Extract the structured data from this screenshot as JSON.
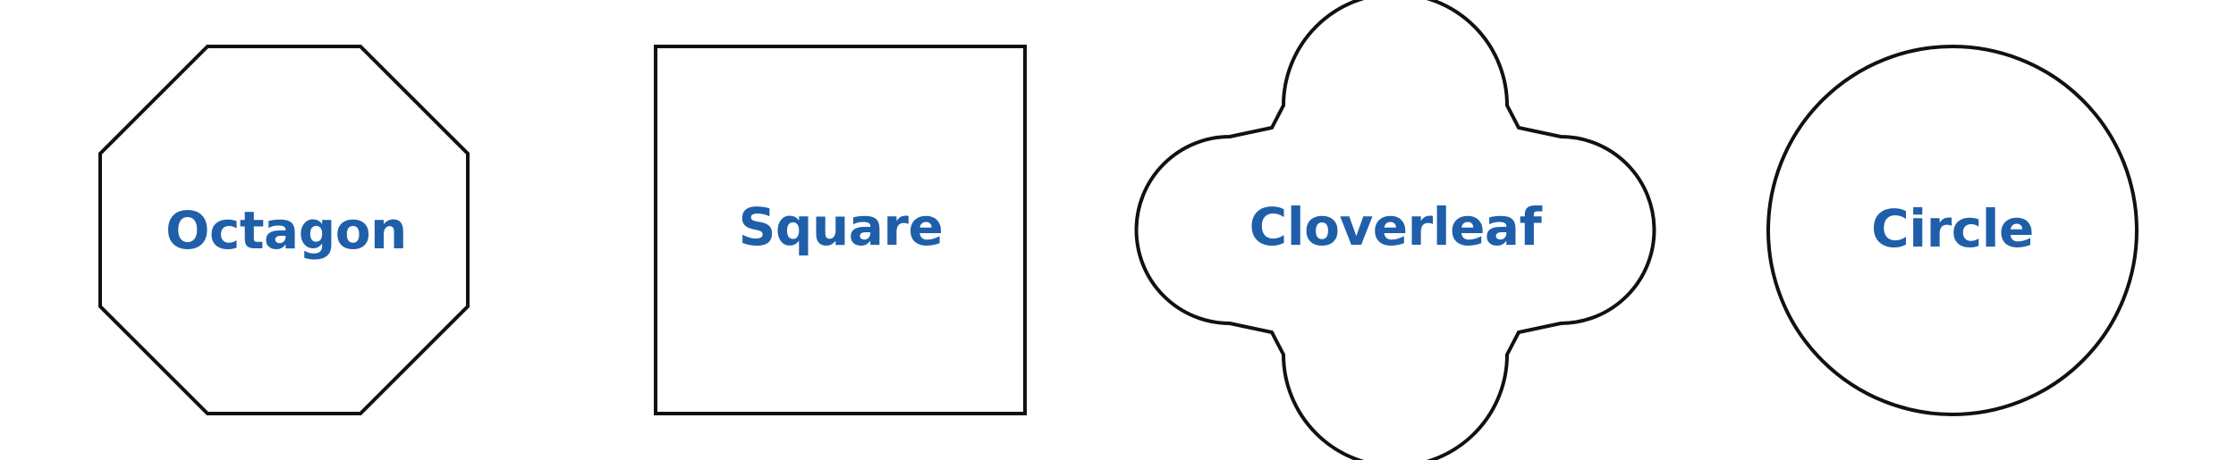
{
  "colors": {
    "outline": "#111111",
    "label": "#1f5fa9",
    "background": "#ffffff"
  },
  "shapes": [
    {
      "kind": "octagon",
      "label": "Octagon"
    },
    {
      "kind": "square",
      "label": "Square"
    },
    {
      "kind": "cloverleaf",
      "label": "Cloverleaf"
    },
    {
      "kind": "circle",
      "label": "Circle"
    }
  ]
}
